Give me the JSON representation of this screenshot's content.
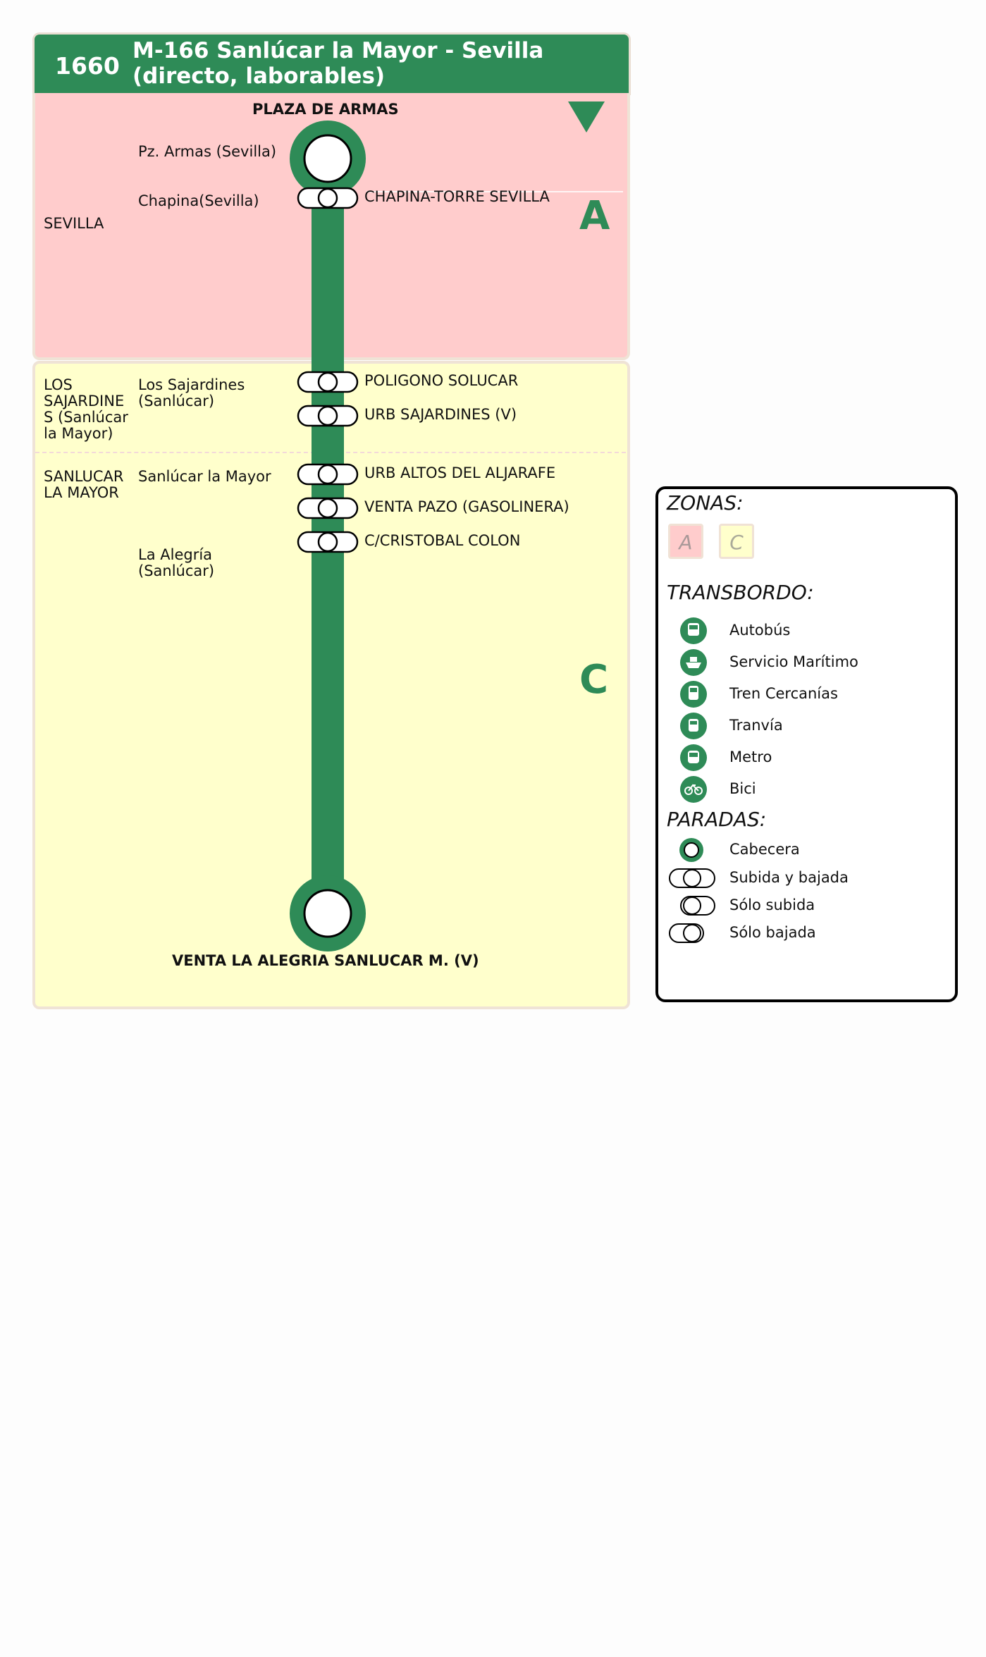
{
  "header": {
    "route_number": "1660",
    "title_line1": "M-166 Sanlúcar la Mayor - Sevilla",
    "title_line2": "(directo, laborables)"
  },
  "zones": [
    {
      "letter": "A",
      "color": "#ffcccc"
    },
    {
      "letter": "C",
      "color": "#ffffcc"
    }
  ],
  "line_color": "#2e8b57",
  "direction_icon": "down-triangle-icon",
  "origin_terminal": "PLAZA DE ARMAS",
  "destination_terminal": "VENTA LA ALEGRIA SANLUCAR M. (V)",
  "municipalities": {
    "sevilla": "SEVILLA",
    "los_sajardines": [
      "LOS",
      "SAJARDINE",
      "S (Sanlúcar",
      "la Mayor)"
    ],
    "sanlucar": [
      "SANLUCAR",
      "LA MAYOR"
    ]
  },
  "localities": {
    "pz_armas": "Pz. Armas (Sevilla)",
    "chapina": "Chapina(Sevilla)",
    "los_sajardines": [
      "Los Sajardines",
      "(Sanlúcar)"
    ],
    "sanlucar": "Sanlúcar la Mayor",
    "la_alegria": [
      "La Alegría",
      "(Sanlúcar)"
    ]
  },
  "stops": [
    {
      "name": "CHAPINA-TORRE SEVILLA",
      "type": "Subida y bajada"
    },
    {
      "name": "POLIGONO SOLUCAR",
      "type": "Subida y bajada"
    },
    {
      "name": "URB SAJARDINES (V)",
      "type": "Subida y bajada"
    },
    {
      "name": "URB ALTOS DEL ALJARAFE",
      "type": "Subida y bajada"
    },
    {
      "name": "VENTA PAZO (GASOLINERA)",
      "type": "Subida y bajada"
    },
    {
      "name": "C/CRISTOBAL COLON",
      "type": "Subida y bajada"
    }
  ],
  "legend": {
    "zonas_title": "ZONAS:",
    "zone_a": "A",
    "zone_c": "C",
    "transbordo_title": "TRANSBORDO:",
    "transbordo": [
      {
        "label": "Autobús",
        "icon": "bus-icon"
      },
      {
        "label": "Servicio Marítimo",
        "icon": "ferry-icon"
      },
      {
        "label": "Tren Cercanías",
        "icon": "train-icon"
      },
      {
        "label": "Tranvía",
        "icon": "tram-icon"
      },
      {
        "label": "Metro",
        "icon": "metro-icon"
      },
      {
        "label": "Bici",
        "icon": "bike-icon"
      }
    ],
    "paradas_title": "PARADAS:",
    "paradas": [
      {
        "label": "Cabecera",
        "icon": "terminal-stop-icon"
      },
      {
        "label": "Subida y bajada",
        "icon": "boarding-alighting-icon"
      },
      {
        "label": "Sólo subida",
        "icon": "boarding-only-icon"
      },
      {
        "label": "Sólo bajada",
        "icon": "alighting-only-icon"
      }
    ]
  }
}
